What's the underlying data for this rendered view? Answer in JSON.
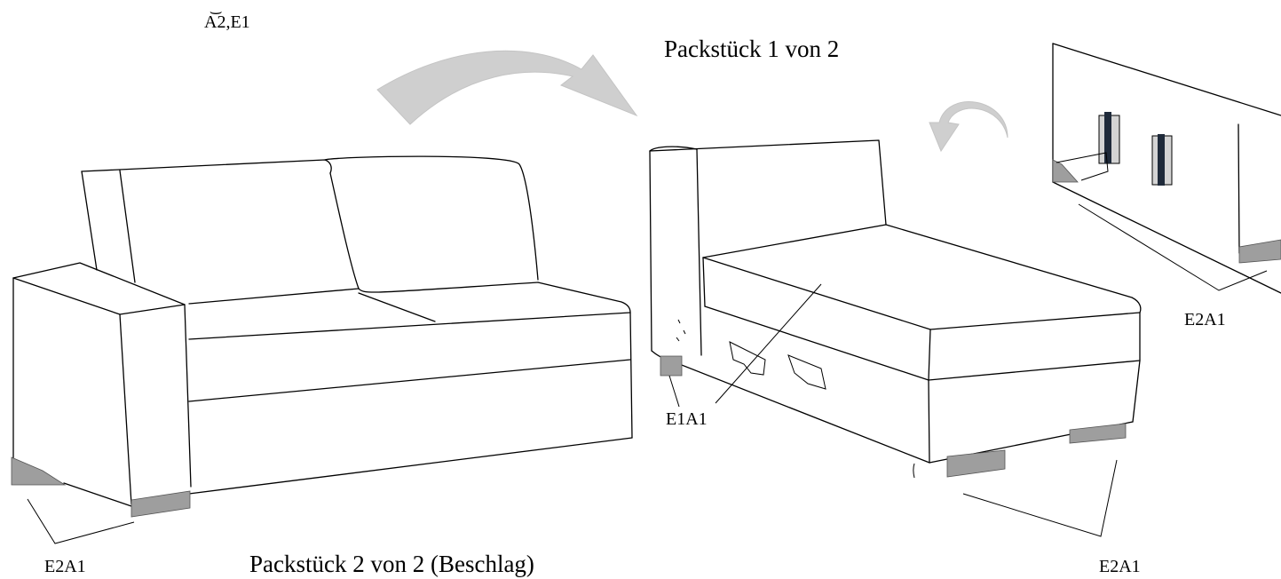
{
  "header": {
    "reference": "A͝2,E1"
  },
  "packages": {
    "package_1_title": "Packstück  1 von 2",
    "package_2_title": "Packstück  2 von 2 (Beschlag)"
  },
  "labels": {
    "left_foot": "E2A1",
    "center_foot": "E1A1",
    "right_foot": "E2A1",
    "detail_foot": "E2A1"
  },
  "colors": {
    "foot_fill": "#9e9e9e",
    "arrow_fill": "#cfcfcf",
    "bracket_dark": "#1f2a3a"
  },
  "icons": [
    "curved-arrow-icon",
    "rotate-arrow-icon"
  ]
}
